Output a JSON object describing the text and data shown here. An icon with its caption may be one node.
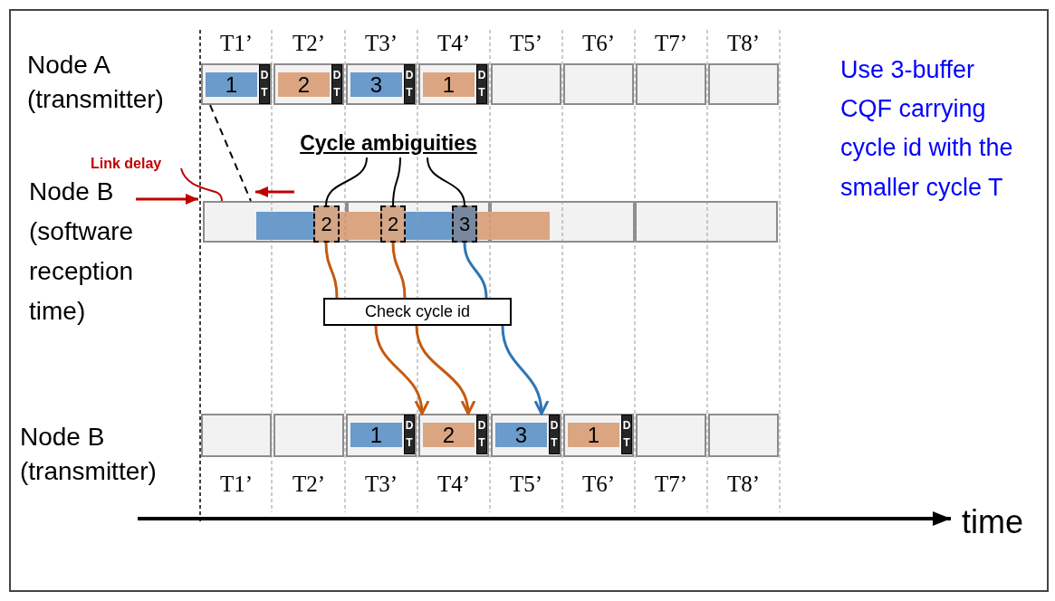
{
  "diagram": {
    "nodes": [
      {
        "text": [],
        "shape": "box"
      },
      {
        "text": [
          "1"
        ],
        "in": 0
      },
      {
        "text": [
          "D T"
        ],
        "in": 0
      },
      {
        "text": [],
        "shape": "box"
      },
      {
        "text": [
          "2"
        ],
        "in": 3
      },
      {
        "text": [
          "D T"
        ],
        "in": 3
      },
      {
        "text": [],
        "shape": "box"
      },
      {
        "text": [
          "3"
        ],
        "in": 6
      },
      {
        "text": [
          "D T"
        ],
        "in": 6
      },
      {
        "text": [],
        "shape": "box"
      },
      {
        "text": [
          "1"
        ],
        "in": 9
      },
      {
        "text": [
          "D T"
        ],
        "in": 9
      },
      {
        "text": [],
        "shape": "box"
      },
      {
        "text": [],
        "shape": "box"
      },
      {
        "text": [],
        "shape": "box"
      },
      {
        "text": [],
        "shape": "box"
      },
      {
        "text": [],
        "shape": "box"
      },
      {
        "text": [],
        "shape": "box"
      },
      {
        "text": [],
        "shape": "box"
      },
      {
        "text": [],
        "shape": "box"
      },
      {
        "text": [
          "2"
        ],
        "in": 16
      },
      {
        "text": [
          "2"
        ],
        "in": 17
      },
      {
        "text": [
          "3"
        ],
        "in": 17
      },
      {
        "text": [
          "Cycle ambiguities"
        ]
      },
      {
        "text": [
          "Check cycle id"
        ]
      },
      {
        "text": [],
        "shape": "box"
      },
      {
        "text": [],
        "shape": "box"
      },
      {
        "text": [],
        "shape": "box"
      },
      {
        "text": [
          "1"
        ],
        "in": 27
      },
      {
        "text": [
          "D T"
        ],
        "in": 27
      },
      {
        "text": [],
        "shape": "box"
      },
      {
        "text": [
          "2"
        ],
        "in": 30
      },
      {
        "text": [
          "D T"
        ],
        "in": 30
      },
      {
        "text": [],
        "shape": "box"
      },
      {
        "text": [
          "3"
        ],
        "in": 33
      },
      {
        "text": [
          "D T"
        ],
        "in": 33
      },
      {
        "text": [],
        "shape": "box"
      },
      {
        "text": [
          "1"
        ],
        "in": 36
      },
      {
        "text": [
          "D T"
        ],
        "in": 36
      },
      {
        "text": [],
        "shape": "box"
      },
      {
        "text": [],
        "shape": "box"
      }
    ],
    "edges": [
      {
        "from": 0,
        "to": 16,
        "arrow": "none",
        "style": "dashed"
      },
      {
        "from": 23,
        "to": 20,
        "arrow": "none"
      },
      {
        "from": 23,
        "to": 21,
        "arrow": "none"
      },
      {
        "from": 23,
        "to": 22,
        "arrow": "none"
      },
      {
        "from": 20,
        "to": 24,
        "arrow": "none",
        "color": "#c55a11"
      },
      {
        "from": 21,
        "to": 24,
        "arrow": "none",
        "color": "#c55a11"
      },
      {
        "from": 22,
        "to": 24,
        "arrow": "none",
        "color": "#2e75b6"
      },
      {
        "from": 24,
        "to": 30,
        "arrow": "to",
        "color": "#c55a11"
      },
      {
        "from": 24,
        "to": 30,
        "arrow": "to",
        "color": "#c55a11"
      },
      {
        "from": 24,
        "to": 33,
        "arrow": "to",
        "color": "#2e75b6"
      }
    ],
    "labels": [
      "T1’",
      "T2’",
      "T3’",
      "T4’",
      "T5’",
      "T6’",
      "T7’",
      "T8’",
      "Node A (transmitter)",
      "Use 3-buffer CQF carrying cycle id with the smaller cycle T",
      "Link delay",
      "Node B (software reception time)",
      "Node B (transmitter)",
      "T1’",
      "T2’",
      "T3’",
      "T4’",
      "T5’",
      "T6’",
      "T7’",
      "T8’",
      "time"
    ]
  }
}
